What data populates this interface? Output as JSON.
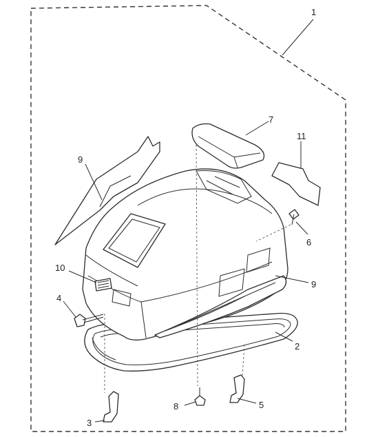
{
  "diagram": {
    "callouts": [
      {
        "id": "c1",
        "label": "1"
      },
      {
        "id": "c2",
        "label": "2"
      },
      {
        "id": "c3",
        "label": "3"
      },
      {
        "id": "c4",
        "label": "4"
      },
      {
        "id": "c5",
        "label": "5"
      },
      {
        "id": "c6",
        "label": "6"
      },
      {
        "id": "c7",
        "label": "7"
      },
      {
        "id": "c8",
        "label": "8"
      },
      {
        "id": "c9a",
        "label": "9"
      },
      {
        "id": "c9b",
        "label": "9"
      },
      {
        "id": "c10",
        "label": "10"
      },
      {
        "id": "c11",
        "label": "11"
      }
    ],
    "colors": {
      "line": "#2a2a2a",
      "background": "#ffffff"
    }
  }
}
